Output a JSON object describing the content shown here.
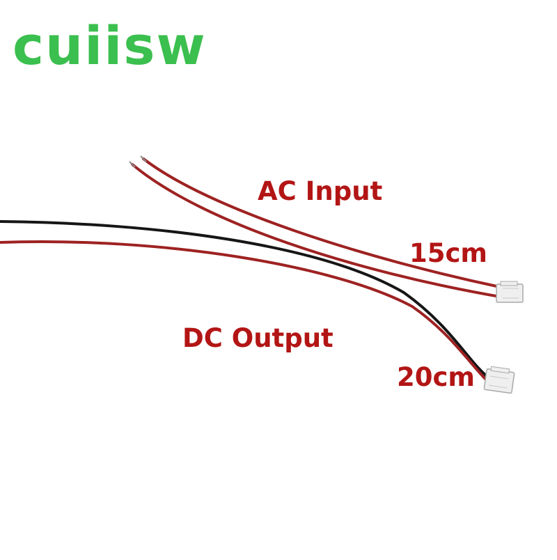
{
  "brand": {
    "logo_text": "cuiisw",
    "logo_color": "#3bbf4e"
  },
  "labels": {
    "ac_input": "AC Input",
    "ac_length": "15cm",
    "dc_output": "DC Output",
    "dc_length": "20cm"
  },
  "colors": {
    "background": "#ffffff",
    "label_text": "#b31515",
    "wire_red": "#9e2222",
    "wire_black": "#161616",
    "connector_body": "#efefef",
    "connector_outline": "#a9a9a9"
  }
}
